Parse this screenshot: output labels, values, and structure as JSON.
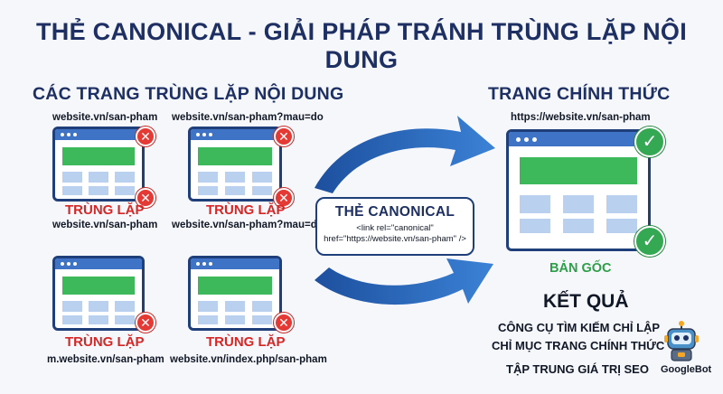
{
  "title": "THẺ CANONICAL - GIẢI PHÁP TRÁNH TRÙNG LẶP NỘI DUNG",
  "left_section": {
    "heading": "CÁC TRANG TRÙNG LẶP NỘI DUNG",
    "pages": [
      {
        "url_top": "website.vn/san-pham",
        "label": "TRÙNG LẶP",
        "url_bottom": "website.vn/san-pham"
      },
      {
        "url_top": "website.vn/san-pham?mau=do",
        "label": "TRÙNG LẶP",
        "url_bottom": "website.vn/san-pham?mau=do"
      },
      {
        "label": "TRÙNG LẶP",
        "url_bottom": "m.website.vn/san-pham"
      },
      {
        "label": "TRÙNG LẶP",
        "url_bottom": "website.vn/index.php/san-pham"
      }
    ],
    "status_icon": "close-icon",
    "status_color": "#e53935"
  },
  "canonical": {
    "title": "THẺ CANONICAL",
    "code_line1": "<link rel=\"canonical\"",
    "code_line2": "href=\"https://website.vn/san-pham\" />"
  },
  "right_section": {
    "heading": "TRANG CHÍNH THỨC",
    "url": "https://website.vn/san-pham",
    "label": "BẢN GỐC",
    "status_icon": "check-icon",
    "status_color": "#34a853"
  },
  "result": {
    "title": "KẾT QUẢ",
    "line1": "CÔNG CỤ TÌM KIẾM CHỈ LẬP",
    "line2": "CHỈ MỤC TRANG CHÍNH THỨC",
    "line3": "TẬP TRUNG GIÁ TRỊ SEO",
    "bot_label": "GoogleBot",
    "bot_icon": "robot-icon"
  },
  "colors": {
    "navy": "#1d2f63",
    "arrow_blue": "#2f6fc9",
    "page_green": "#3db85a",
    "duplicate_red": "#d62626"
  }
}
